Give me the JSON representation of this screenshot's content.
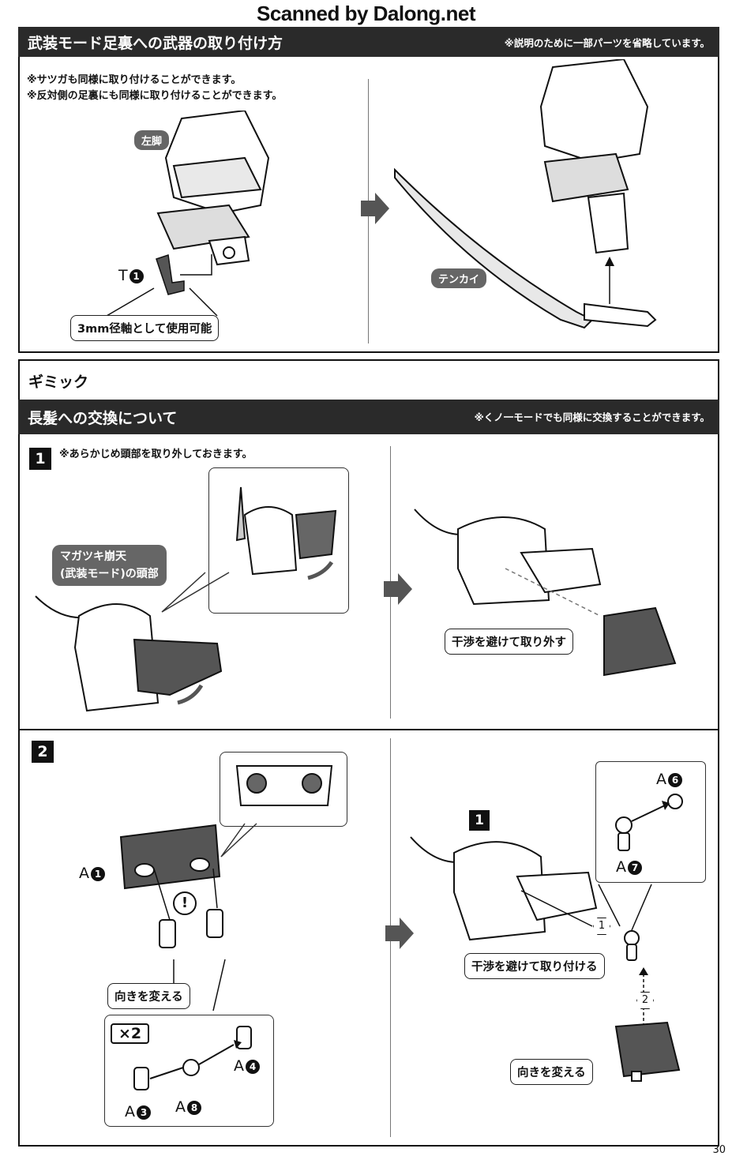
{
  "watermark": "Scanned by Dalong.net",
  "section1": {
    "title": "武装モード足裏への武器の取り付け方",
    "note": "※説明のために一部パーツを省略しています。",
    "notes": [
      "※サツガも同様に取り付けることができます。",
      "※反対側の足裏にも同様に取り付けることができます。"
    ],
    "left_leg_label": "左脚",
    "part_label": "T",
    "part_num": "1",
    "shaft_callout": "3mm径軸として使用可能",
    "weapon_label": "テンカイ"
  },
  "gimmick": {
    "heading": "ギミック",
    "title": "長髪への交換について",
    "note": "※くノ一モードでも同様に交換することができます。",
    "step1": {
      "number": "1",
      "note": "※あらかじめ頭部を取り外しておきます。",
      "head_label_line1": "マガツキ崩天",
      "head_label_line2": "(武装モード)の頭部",
      "remove_callout": "干渉を避けて取り外す"
    },
    "step2": {
      "number": "2",
      "partA1_letter": "A",
      "partA1_num": "1",
      "attention_mark": "!",
      "turn_callout": "向きを変える",
      "x2_label": "×2",
      "partA3_letter": "A",
      "partA3_num": "3",
      "partA8_letter": "A",
      "partA8_num": "8",
      "partA4_letter": "A",
      "partA4_num": "4",
      "ref_number": "1",
      "partA6_letter": "A",
      "partA6_num": "6",
      "partA7_letter": "A",
      "partA7_num": "7",
      "order1": "1",
      "order2": "2",
      "attach_callout": "干渉を避けて取り付ける",
      "turn_callout2": "向きを変える"
    }
  },
  "page_number": "30"
}
